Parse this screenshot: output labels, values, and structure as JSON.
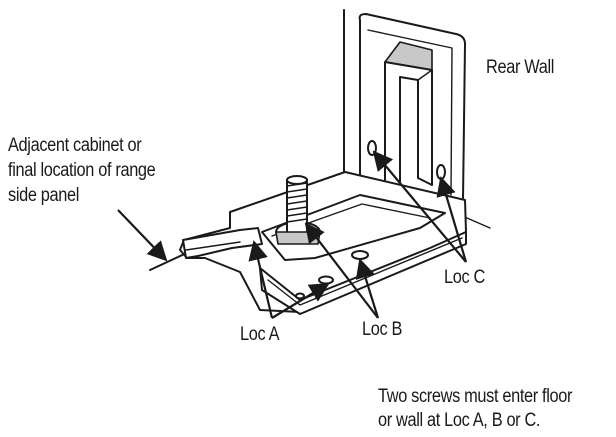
{
  "labels": {
    "rear_wall": "Rear Wall",
    "adjacent_line1": "Adjacent cabinet or",
    "adjacent_line2": "final location of range",
    "adjacent_line3": "side panel",
    "loc_a": "Loc A",
    "loc_b": "Loc B",
    "loc_c": "Loc C",
    "note_line1": "Two screws must enter floor",
    "note_line2": "or wall at Loc A, B or C."
  },
  "colors": {
    "ink": "#1a1a1a",
    "shading": "#c8c8c8",
    "background": "#ffffff"
  }
}
